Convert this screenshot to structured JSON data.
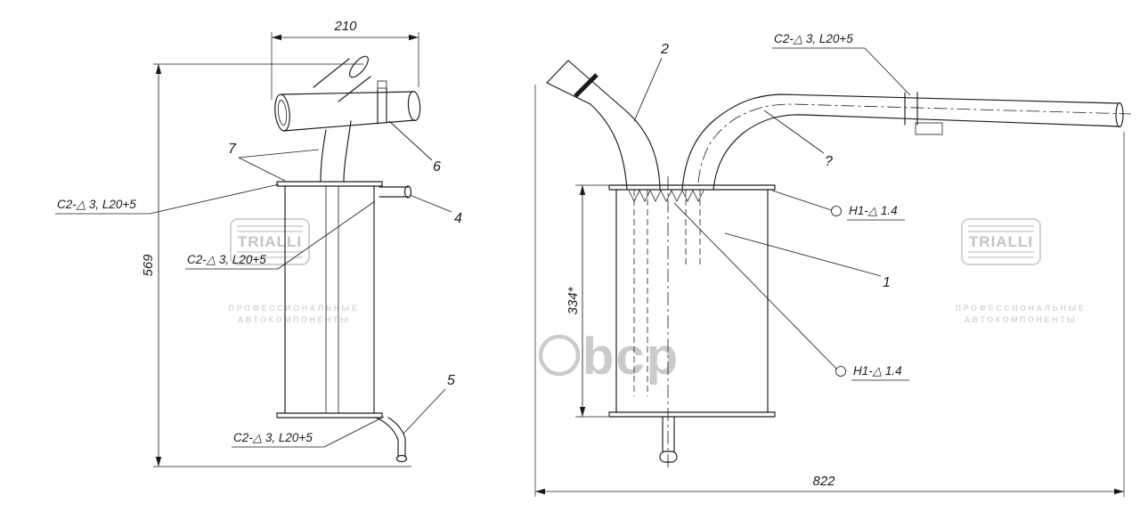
{
  "colors": {
    "line": "#1a1a1a",
    "watermark": "#c6c6c6",
    "background": "#ffffff"
  },
  "watermarks": {
    "brand": "TRIALLI",
    "tagline_line1": "ПРОФЕССИОНАЛЬНЫЕ",
    "tagline_line2": "АВТОКОМПОНЕНТЫ",
    "center_logo_text": "bcp"
  },
  "left_view": {
    "dim_width_top": "210",
    "dim_height": "569",
    "weld_callout_upper": "C2-△ 3, L20+5",
    "weld_callout_middle": "C2-△ 3, L20+5",
    "weld_callout_lower": "C2-△ 3, L20+5",
    "callout_7": "7",
    "callout_6": "6",
    "callout_4": "4",
    "callout_5": "5"
  },
  "right_view": {
    "dim_height_body": "334*",
    "dim_total_length": "822",
    "weld_callout_top": "C2-△ 3, L20+5",
    "surface_callout_upper": "H1-△ 1.4",
    "surface_callout_lower": "H1-△ 1.4",
    "callout_2": "2",
    "callout_unknown": "?",
    "callout_1": "1"
  }
}
